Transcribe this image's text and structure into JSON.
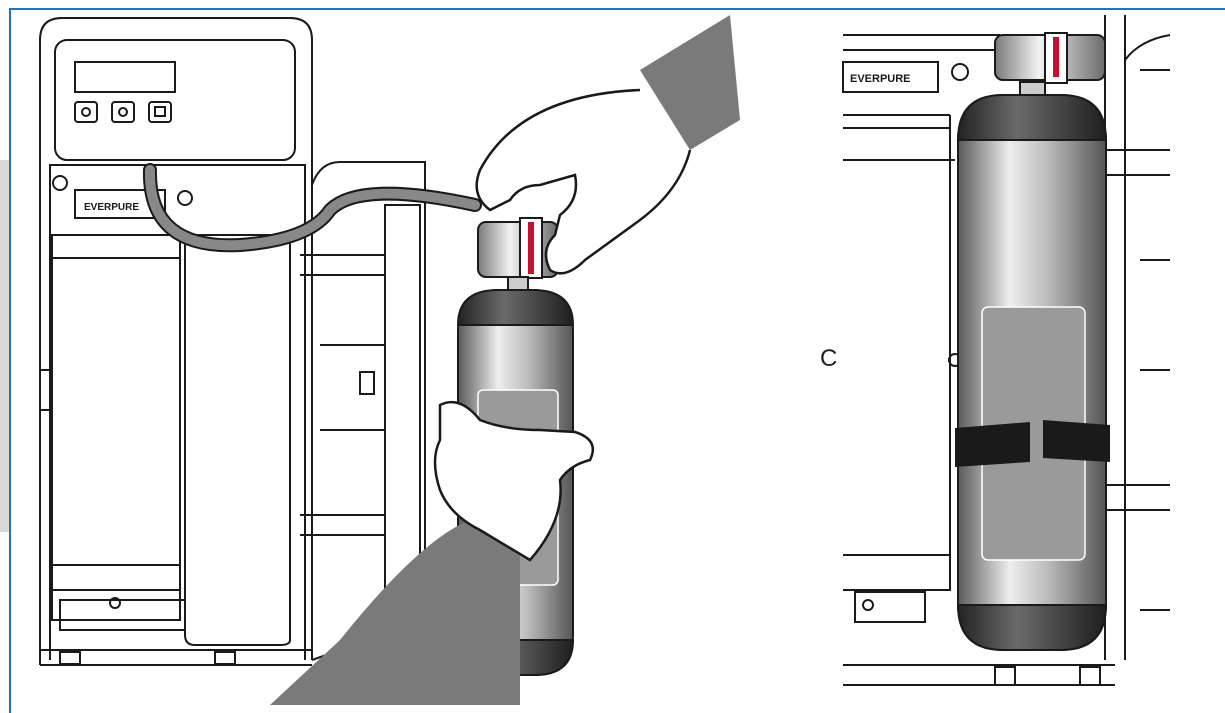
{
  "figure": {
    "step_label": "C",
    "brand_left": "EVERPURE",
    "brand_right": "EVERPURE",
    "colors": {
      "frame_blue": "#2a6fb8",
      "outline": "#1a1a1a",
      "sleeve_gray": "#7a7a7a",
      "cartridge_dark": "#3a3a3a",
      "cartridge_mid": "#9a9a9a",
      "label_red": "#c8102e"
    }
  }
}
